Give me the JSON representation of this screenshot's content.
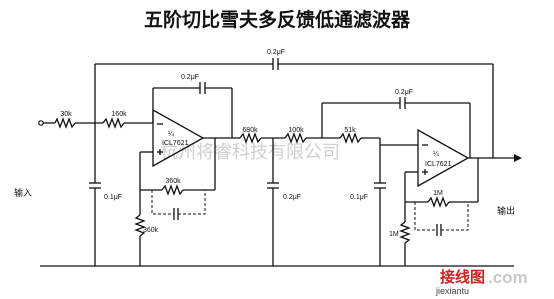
{
  "title": "五阶切比雪夫多反馈低通滤波器",
  "labels": {
    "input": "输入",
    "output": "输出"
  },
  "components": {
    "c_top_long": "0.2μF",
    "c_top_left": "0.2μF",
    "c_top_right": "0.2μF",
    "r_in": "30k",
    "r_160k": "160k",
    "r_680k": "680k",
    "r_100k": "100k",
    "r_51k": "51k",
    "r_360k_fb": "360k",
    "r_360k_gnd": "360k",
    "c_gnd_1": "0.1μF",
    "c_gnd_2": "0.2μF",
    "c_gnd_3": "0.1μF",
    "r_1m_fb": "1M",
    "r_1m_gnd": "1M",
    "opamp1": "ICL7621",
    "opamp2": "ICL7621",
    "opamp_sub": "¼"
  },
  "watermark": {
    "text": "杭州将睿科技有限公司",
    "logo_cn": "接线图",
    "logo_en": ".com",
    "logo_url": "jiexiantu"
  }
}
